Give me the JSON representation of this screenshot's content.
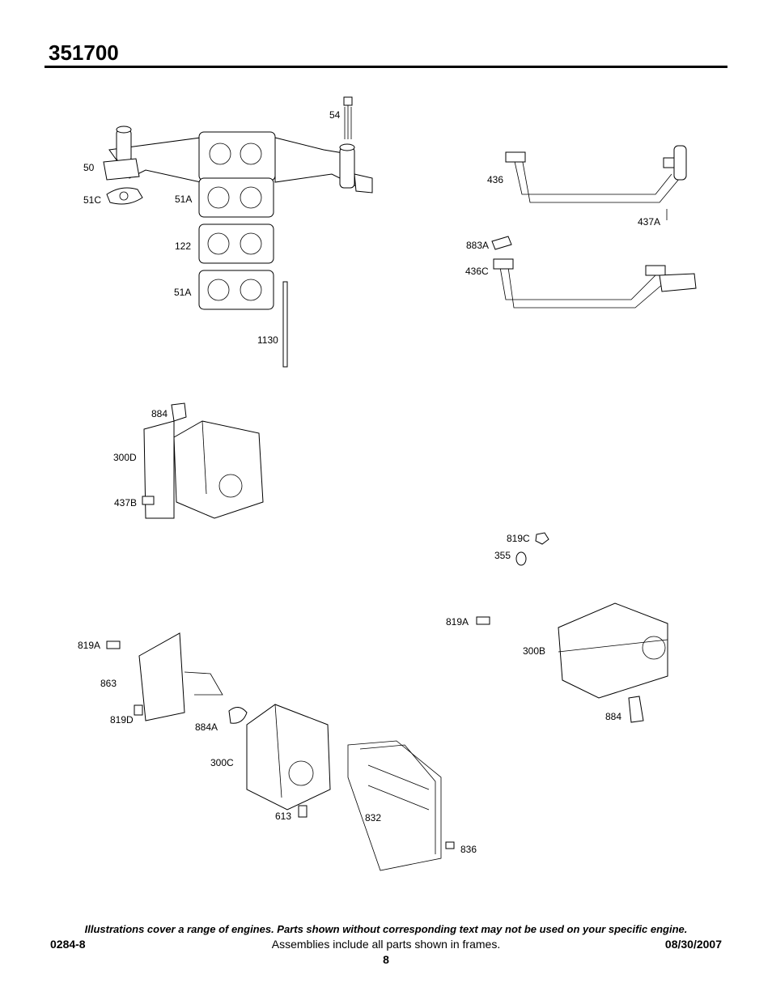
{
  "header": {
    "model": "351700"
  },
  "labels": {
    "p54": "54",
    "p50": "50",
    "p51C": "51C",
    "p51A_top": "51A",
    "p122": "122",
    "p51A_bottom": "51A",
    "p1130": "1130",
    "p436": "436",
    "p437A": "437A",
    "p883A": "883A",
    "p436C": "436C",
    "p884_top": "884",
    "p300D": "300D",
    "p437B": "437B",
    "p819C": "819C",
    "p355": "355",
    "p819A_right": "819A",
    "p300B": "300B",
    "p884_right": "884",
    "p819A_left": "819A",
    "p863": "863",
    "p819D": "819D",
    "p884A": "884A",
    "p300C": "300C",
    "p613": "613",
    "p832": "832",
    "p836": "836"
  },
  "footer": {
    "note": "Illustrations cover a range of engines. Parts shown without corresponding text may not be used on your specific engine.",
    "code": "0284-8",
    "assembly_note": "Assemblies include all parts shown in frames.",
    "date": "08/30/2007",
    "page_number": "8"
  }
}
